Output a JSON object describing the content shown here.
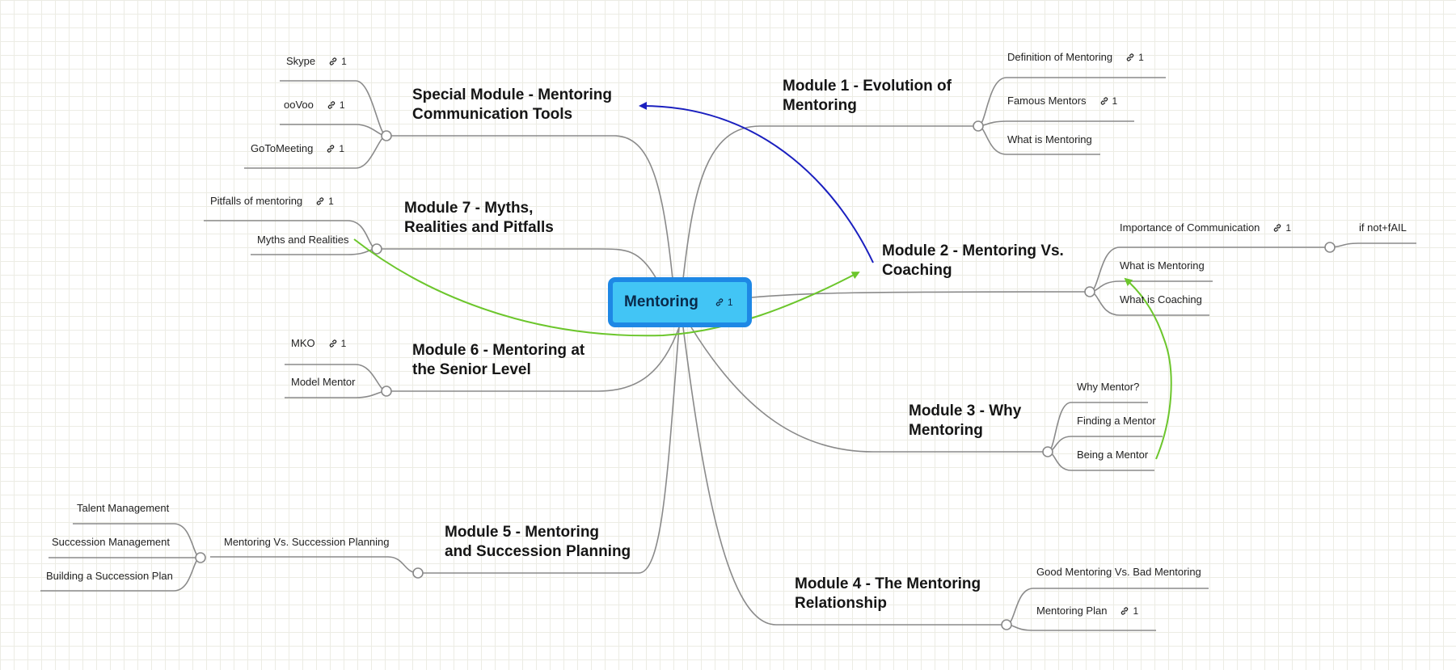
{
  "central": {
    "label": "Mentoring",
    "link_count": "1"
  },
  "topics": {
    "special": "Special Module - Mentoring\nCommunication Tools",
    "m1": "Module 1 - Evolution of\nMentoring",
    "m7": "Module 7 - Myths,\nRealities and Pitfalls",
    "m2": "Module 2 - Mentoring Vs.\nCoaching",
    "m6": "Module 6 - Mentoring at\nthe Senior Level",
    "m3": "Module 3 - Why\nMentoring",
    "m5": "Module 5 - Mentoring\nand Succession Planning",
    "m4": "Module 4 - The Mentoring\nRelationship"
  },
  "subtopics": {
    "skype": {
      "label": "Skype",
      "link_count": "1"
    },
    "oovoo": {
      "label": "ooVoo",
      "link_count": "1"
    },
    "gotomeeting": {
      "label": "GoToMeeting",
      "link_count": "1"
    },
    "definition": {
      "label": "Definition of Mentoring",
      "link_count": "1"
    },
    "famous": {
      "label": "Famous Mentors",
      "link_count": "1"
    },
    "what_is_mentoring_1": {
      "label": "What is Mentoring"
    },
    "pitfalls": {
      "label": "Pitfalls of mentoring",
      "link_count": "1"
    },
    "myths": {
      "label": "Myths and Realities"
    },
    "importance": {
      "label": "Importance of Communication",
      "link_count": "1"
    },
    "if_not_fail": {
      "label": "if not+fAIL"
    },
    "what_is_mentoring_2": {
      "label": "What is Mentoring"
    },
    "what_is_coaching": {
      "label": "What is Coaching"
    },
    "mko": {
      "label": "MKO",
      "link_count": "1"
    },
    "model_mentor": {
      "label": "Model Mentor"
    },
    "why_mentor": {
      "label": "Why Mentor?"
    },
    "finding": {
      "label": "Finding a Mentor"
    },
    "being": {
      "label": "Being a Mentor"
    },
    "talent": {
      "label": "Talent Management"
    },
    "succession_mgmt": {
      "label": "Succession Management"
    },
    "building": {
      "label": "Building a Succession Plan"
    },
    "mentoring_vs_succession": {
      "label": "Mentoring Vs. Succession Planning"
    },
    "good_bad": {
      "label": "Good Mentoring Vs. Bad Mentoring"
    },
    "plan": {
      "label": "Mentoring Plan",
      "link_count": "1"
    }
  },
  "colors": {
    "central_fill": "#42c5f5",
    "central_border": "#1e88e5",
    "branch_line": "#8a8a8a",
    "relation_blue": "#1a1fbf",
    "relation_green": "#6cc62c",
    "grid": "#ecece4"
  },
  "icons": {
    "link": "link-icon",
    "collapse": "collapse-circle-icon"
  }
}
